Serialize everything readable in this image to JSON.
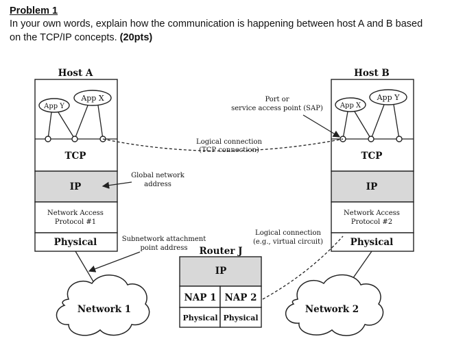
{
  "problem": {
    "title": "Problem 1",
    "line1": "In your own words, explain how the communication is happening between host A and B based",
    "line2_text": "on the TCP/IP concepts. ",
    "line2_points": "(20pts)"
  },
  "diagram": {
    "host_a": {
      "title": "Host A",
      "app_left": "App Y",
      "app_right": "App X",
      "tcp": "TCP",
      "ip": "IP",
      "nap_line1": "Network Access",
      "nap_line2": "Protocol #1",
      "physical": "Physical"
    },
    "host_b": {
      "title": "Host B",
      "app_left": "App X",
      "app_right": "App Y",
      "tcp": "TCP",
      "ip": "IP",
      "nap_line1": "Network Access",
      "nap_line2": "Protocol #2",
      "physical": "Physical"
    },
    "router": {
      "title": "Router J",
      "ip": "IP",
      "nap1": "NAP 1",
      "nap2": "NAP 2",
      "phys1": "Physical",
      "phys2": "Physical"
    },
    "labels": {
      "port_line1": "Port or",
      "port_line2": "service access point (SAP)",
      "logical_tcp_line1": "Logical connection",
      "logical_tcp_line2": "(TCP connection)",
      "global_line1": "Global network",
      "global_line2": "address",
      "subnet_line1": "Subnetwork attachment",
      "subnet_line2": "point address",
      "logical_vc_line1": "Logical connection",
      "logical_vc_line2": "(e.g., virtual circuit)"
    },
    "networks": {
      "net1": "Network 1",
      "net2": "Network 2"
    }
  }
}
